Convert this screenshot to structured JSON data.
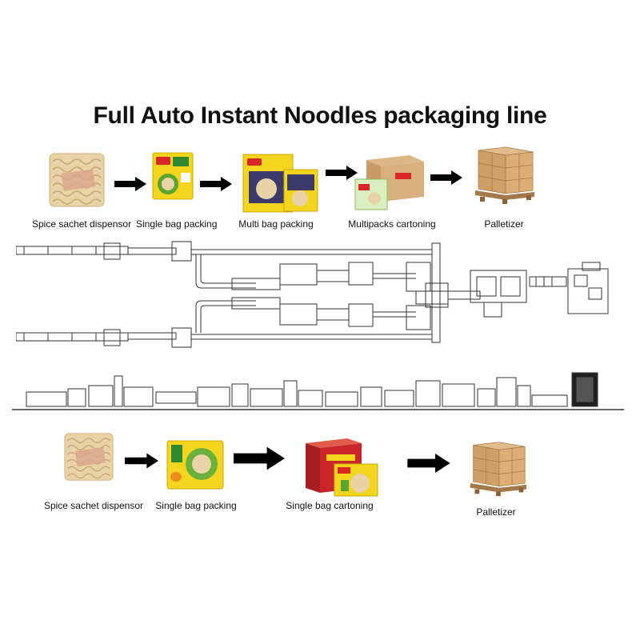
{
  "title": "Full Auto Instant Noodles packaging line",
  "top_row": [
    {
      "label": "Spice sachet dispensor",
      "icon": "noodle-block-icon"
    },
    {
      "label": "Single bag packing",
      "icon": "single-bag-icon"
    },
    {
      "label": "Multi bag packing",
      "icon": "multi-bag-icon"
    },
    {
      "label": "Multipacks cartoning",
      "icon": "carton-box-icon"
    },
    {
      "label": "Palletizer",
      "icon": "pallet-boxes-icon"
    }
  ],
  "bottom_row": [
    {
      "label": "Spice sachet dispensor",
      "icon": "noodle-block-icon"
    },
    {
      "label": "Single bag packing",
      "icon": "single-bag-icon"
    },
    {
      "label": "Single bag cartoning",
      "icon": "red-carton-icon"
    },
    {
      "label": "Palletizer",
      "icon": "pallet-boxes-icon"
    }
  ],
  "colors": {
    "arrow": "#000000",
    "line_drawing": "#333333",
    "noodle": "#e8d2a6",
    "bag_yellow": "#f2d51c",
    "bag_green": "#5aa52f",
    "carton_brown": "#c79a66",
    "carton_red": "#c8262b"
  }
}
